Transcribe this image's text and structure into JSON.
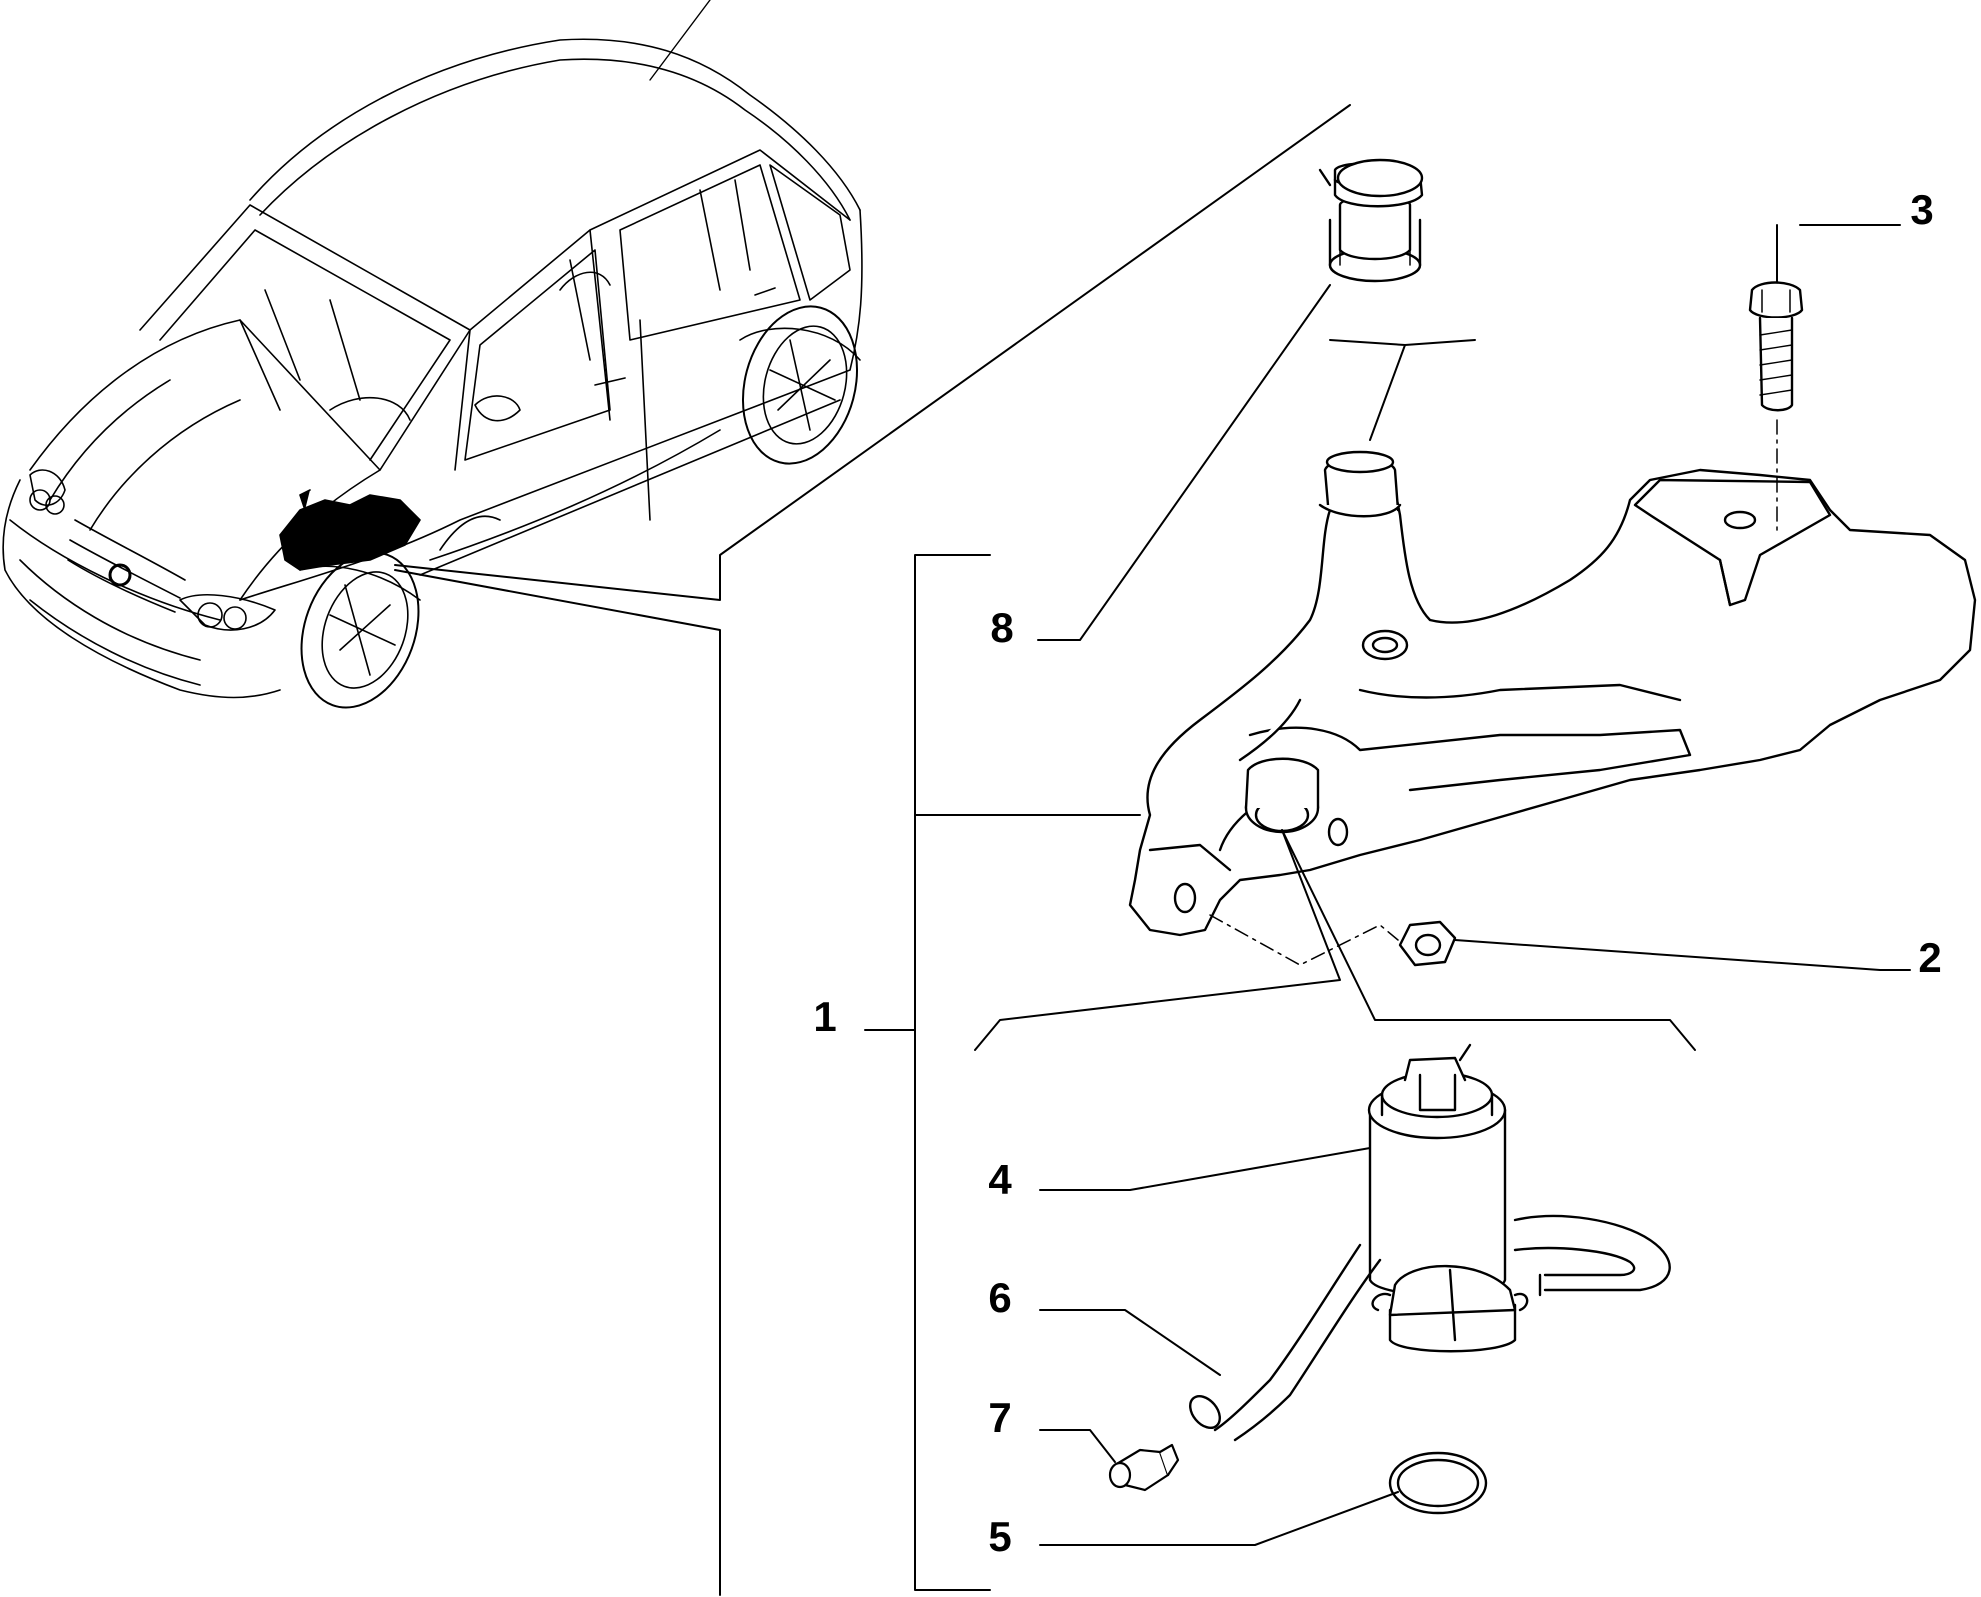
{
  "diagram": {
    "line_color": "#000000",
    "background": "#ffffff",
    "callouts": [
      {
        "id": "c1",
        "label": "1",
        "part": "washer-fluid-reservoir-assembly"
      },
      {
        "id": "c2",
        "label": "2",
        "part": "nut"
      },
      {
        "id": "c3",
        "label": "3",
        "part": "bolt"
      },
      {
        "id": "c4",
        "label": "4",
        "part": "washer-pump"
      },
      {
        "id": "c5",
        "label": "5",
        "part": "seal-ring"
      },
      {
        "id": "c6",
        "label": "6",
        "part": "hose"
      },
      {
        "id": "c7",
        "label": "7",
        "part": "fitting"
      },
      {
        "id": "c8",
        "label": "8",
        "part": "filler-cap"
      }
    ]
  }
}
